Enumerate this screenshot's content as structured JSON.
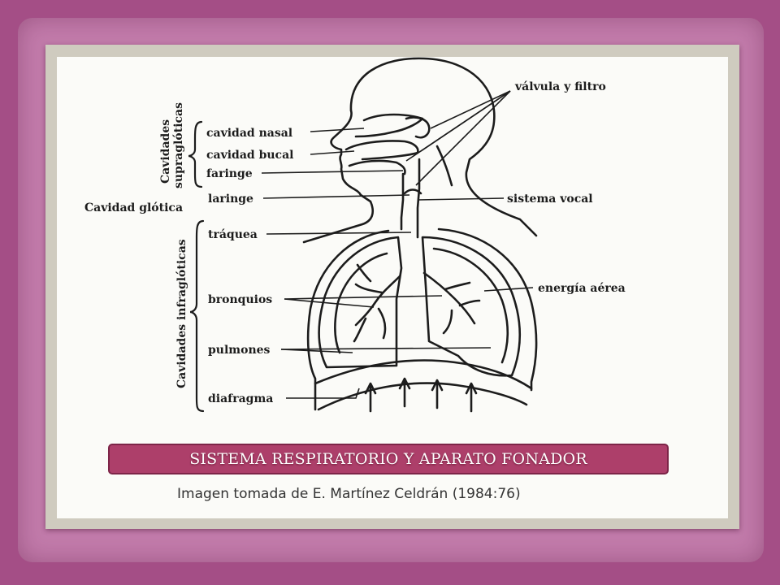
{
  "title": "SISTEMA RESPIRATORIO Y APARATO FONADOR",
  "credit": "Imagen tomada de E. Martínez Celdrán (1984:76)",
  "colors": {
    "background": "#a44e86",
    "banner": "#ad3f6a",
    "ink": "#1c1c1c"
  },
  "groups": {
    "supraglottic": "Cavidades supraglóticas",
    "supraglottic_line1": "Cavidades",
    "supraglottic_line2": "supraglóticas",
    "glottic": "Cavidad glótica",
    "infraglottic": "Cavidades infraglóticas"
  },
  "labels": {
    "cavidad_nasal": "cavidad nasal",
    "cavidad_bucal": "cavidad bucal",
    "faringe": "faringe",
    "laringe": "laringe",
    "traquea": "tráquea",
    "bronquios": "bronquios",
    "pulmones": "pulmones",
    "diafragma": "diafragma",
    "valvula_filtro": "válvula y filtro",
    "sistema_vocal": "sistema vocal",
    "energia_aerea": "energía aérea"
  }
}
